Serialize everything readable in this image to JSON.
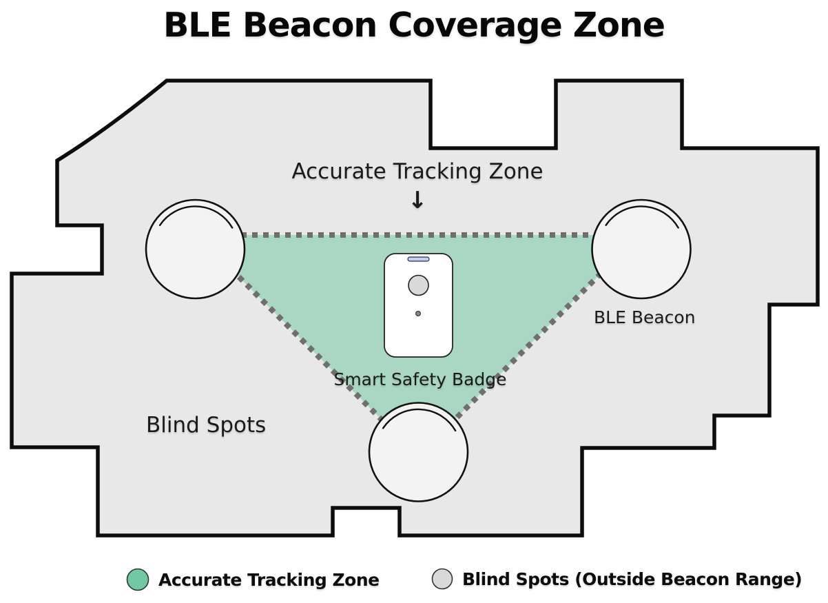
{
  "title": "BLE Beacon Coverage Zone",
  "diagram": {
    "tracking_zone_label": "Accurate Tracking Zone",
    "arrow_glyph": "↓",
    "ble_beacon_label": "BLE Beacon",
    "badge_label": "Smart Safety Badge",
    "blind_spots_label": "Blind Spots"
  },
  "legend": {
    "items": [
      {
        "label": "Accurate Tracking Zone",
        "color": "#72c8a4"
      },
      {
        "label": "Blind Spots (Outside Beacon Range)",
        "color": "#d9d9d9"
      }
    ]
  },
  "colors": {
    "background": "#ffffff",
    "floor_fill": "#e8e8e8",
    "floor_outline": "#0d0d0d",
    "zone_fill": "#a9d7c3",
    "zone_border": "#6f6f6f",
    "beacon_fill": "#f3f3f3",
    "beacon_outline": "#111111",
    "badge_fill": "#ffffff",
    "badge_slot": "#c3d0f0",
    "badge_circle": "#d9d9d9"
  }
}
